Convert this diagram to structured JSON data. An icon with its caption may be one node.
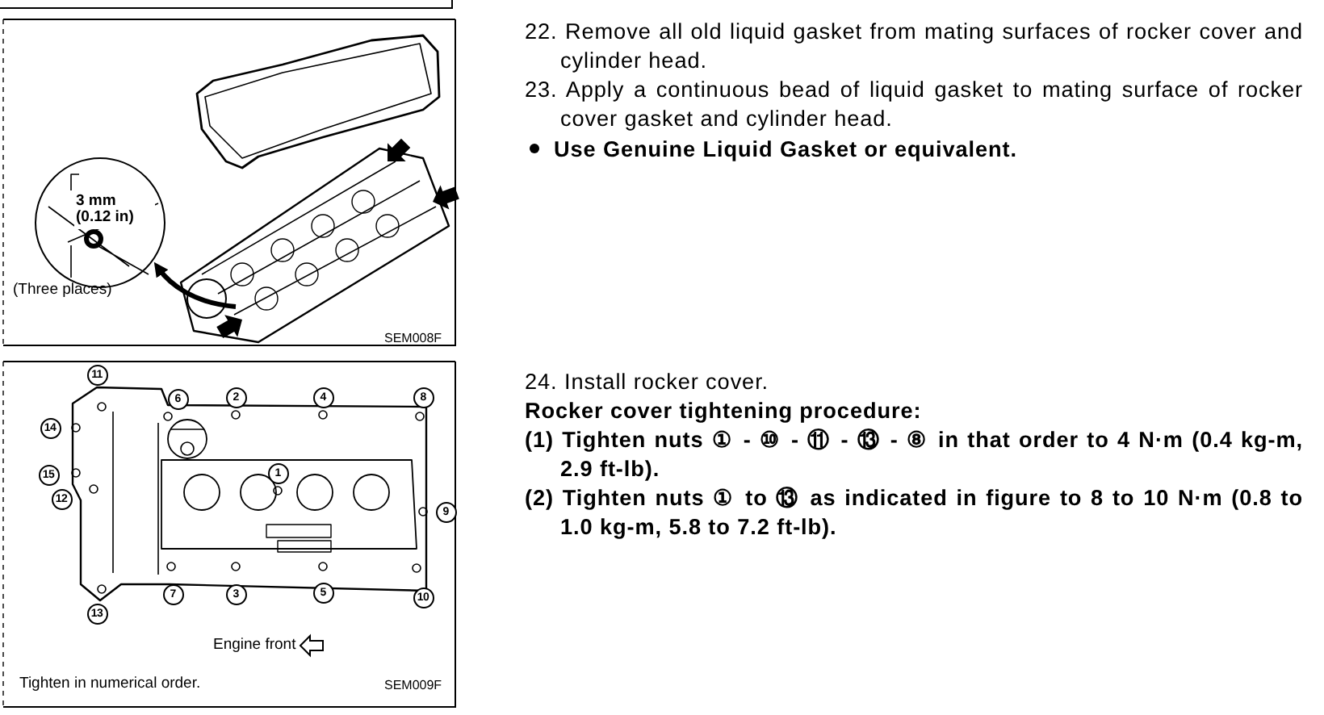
{
  "diagram": {
    "labels": [
      "3 mm (0.12 in)",
      "(Three places)",
      "SEM008F",
      "11",
      "6",
      "2",
      "4",
      "8",
      "14",
      "15",
      "12",
      "1",
      "9",
      "7",
      "3",
      "5",
      "10",
      "13",
      "Engine front",
      "Tighten in numerical order.",
      "SEM009F",
      "22. Remove all old liquid gasket from mating surfaces of rocker cover and cylinder head.",
      "23. Apply a continuous bead of liquid gasket to mating surface of rocker cover gasket and cylinder head.",
      "Use Genuine Liquid Gasket or equivalent.",
      "24. Install rocker cover.",
      "Rocker cover tightening procedure:",
      "(1) Tighten nuts ① - ⑩ - ⑪ - ⑬ - ⑧ in that order to 4 N·m (0.4 kg-m, 2.9 ft-lb).",
      "(2) Tighten nuts ① to ⑬ as indicated in figure to 8 to 10 N·m (0.8 to 1.0 kg-m, 5.8 to 7.2 ft-lb)."
    ]
  }
}
